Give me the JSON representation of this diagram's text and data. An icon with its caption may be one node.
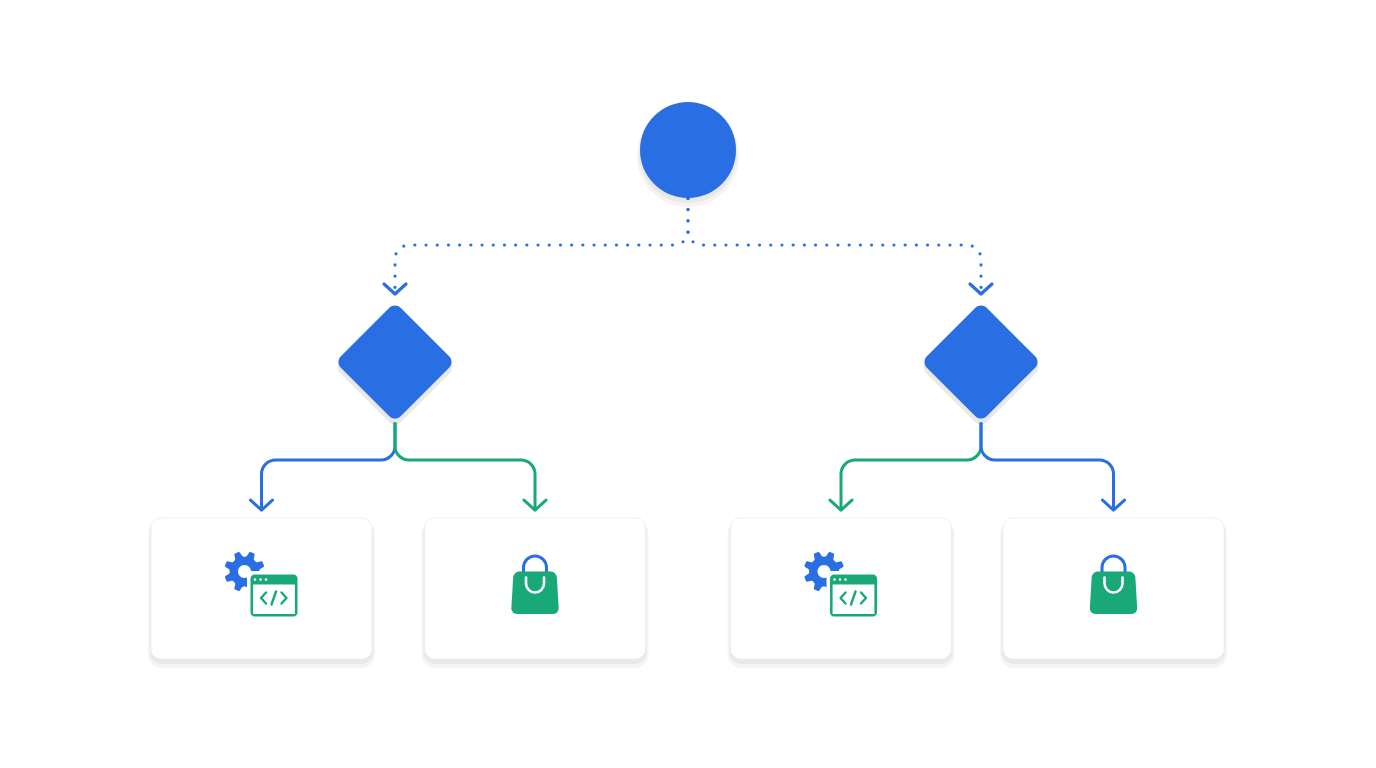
{
  "diagram": {
    "nodes": [
      {
        "text": [],
        "shape": "circle"
      },
      {
        "text": [],
        "shape": "diamond"
      },
      {
        "text": [],
        "shape": "diamond"
      },
      {
        "text": [],
        "shape": "box"
      },
      {
        "text": [],
        "shape": "box"
      },
      {
        "text": [],
        "shape": "box"
      },
      {
        "text": [],
        "shape": "box"
      }
    ],
    "edges": [
      {
        "from": 0,
        "to": 1,
        "arrow": "to",
        "style": "dashed"
      },
      {
        "from": 0,
        "to": 2,
        "arrow": "to",
        "style": "dashed"
      },
      {
        "from": 1,
        "to": 3,
        "arrow": "to"
      },
      {
        "from": 1,
        "to": 4,
        "arrow": "to",
        "color": "#19a878"
      },
      {
        "from": 2,
        "to": 5,
        "arrow": "to",
        "color": "#19a878"
      },
      {
        "from": 2,
        "to": 6,
        "arrow": "to"
      }
    ]
  }
}
